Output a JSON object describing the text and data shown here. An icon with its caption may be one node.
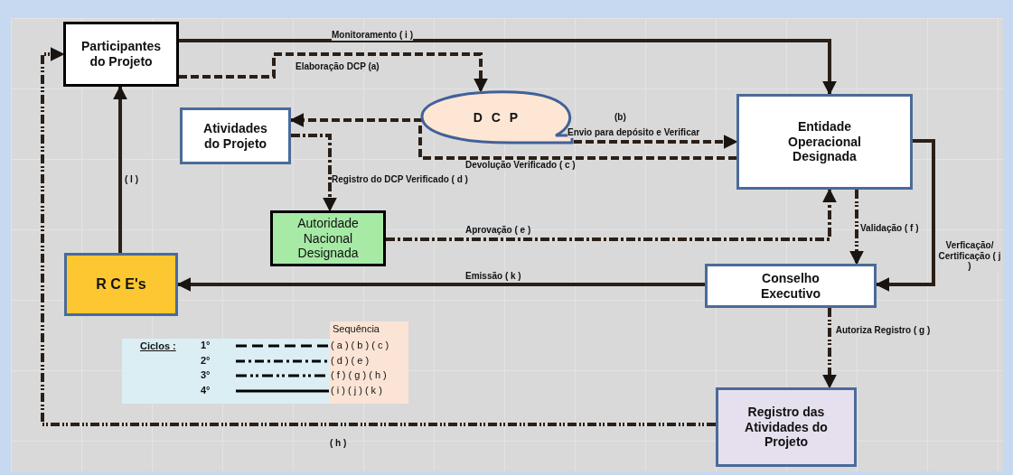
{
  "diagram": {
    "nodes": [
      {
        "text": [
          "Participantes do Projeto"
        ]
      },
      {
        "text": [
          "D C P"
        ]
      },
      {
        "text": [
          "Atividades do Projeto"
        ]
      },
      {
        "text": [
          "Entidade Operacional Designada"
        ]
      },
      {
        "text": [
          "Autoridade Nacional Designada"
        ]
      },
      {
        "text": [
          "R C E's"
        ]
      },
      {
        "text": [
          "Conselho Executivo"
        ]
      },
      {
        "text": [
          "Registro das Atividades do Projeto"
        ]
      }
    ],
    "edges": [
      {
        "from": 0,
        "to": 1,
        "arrow": "to",
        "label": "Elaboração DCP (a)",
        "style": "dashed"
      },
      {
        "from": 1,
        "to": 3,
        "arrow": "to",
        "label": "Envio para depósito e Verificar",
        "style": "dashed"
      },
      {
        "from": 3,
        "to": 2,
        "arrow": "to",
        "label": "Devolução Verificado ( c )",
        "style": "dashed"
      },
      {
        "from": 2,
        "to": 4,
        "arrow": "to",
        "label": "Registro do DCP Verificado ( d )",
        "style": "dashed"
      },
      {
        "from": 4,
        "to": 3,
        "arrow": "to",
        "label": "Aprovação ( e )",
        "style": "dashed"
      },
      {
        "from": 3,
        "to": 6,
        "arrow": "to",
        "label": "Validação ( f )",
        "style": "dashed"
      },
      {
        "from": 6,
        "to": 7,
        "arrow": "to",
        "label": "Autoriza Registro ( g )",
        "style": "dashed"
      },
      {
        "from": 7,
        "to": 0,
        "arrow": "to",
        "label": "( h )",
        "style": "dashed"
      },
      {
        "from": 0,
        "to": 3,
        "arrow": "to",
        "label": "Monitoramento ( i )"
      },
      {
        "from": 3,
        "to": 6,
        "arrow": "to",
        "label": "Verficação/ Certificação ( j )"
      },
      {
        "from": 6,
        "to": 5,
        "arrow": "to",
        "label": "Emissão ( k )"
      },
      {
        "from": 5,
        "to": 0,
        "arrow": "to",
        "label": "( l )"
      }
    ],
    "labels": [
      "(b)",
      "Ciclos :",
      "Sequência",
      "( a ) ( b ) ( c )",
      "( d ) ( e )",
      "( f ) ( g ) ( h )",
      "( i ) ( j ) ( k )"
    ],
    "legend": [
      {
        "text": "1°"
      },
      {
        "text": "2°"
      },
      {
        "text": "3°"
      },
      {
        "text": "4°"
      }
    ]
  }
}
